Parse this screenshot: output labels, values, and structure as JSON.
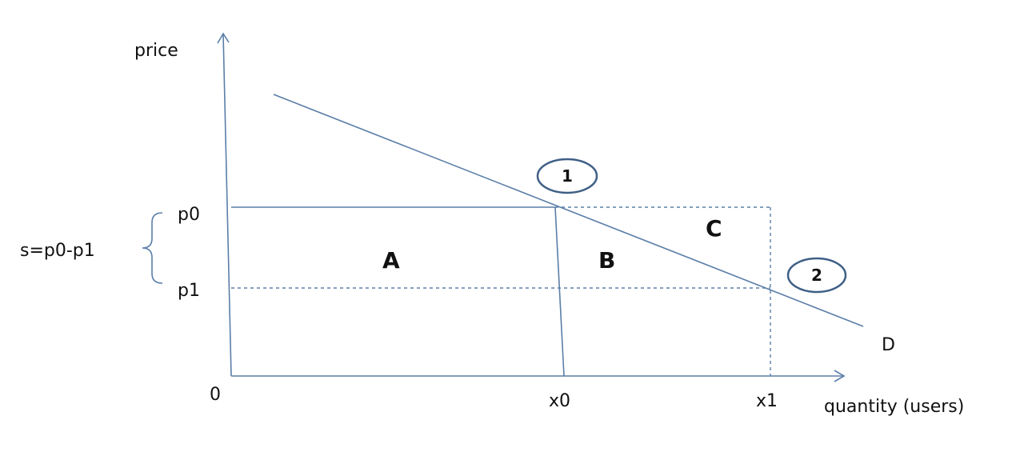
{
  "labels": {
    "y_axis": "price",
    "x_axis": "quantity (users)",
    "origin": "0",
    "p0": "p0",
    "p1": "p1",
    "subsidy": "s=p0-p1",
    "x0": "x0",
    "x1": "x1",
    "demand": "D"
  },
  "regions": {
    "a": "A",
    "b": "B",
    "c": "C"
  },
  "points": {
    "one": "1",
    "two": "2"
  },
  "colors": {
    "line": "#5a7ea8",
    "circle": "#3f5f86",
    "text": "#111111"
  }
}
